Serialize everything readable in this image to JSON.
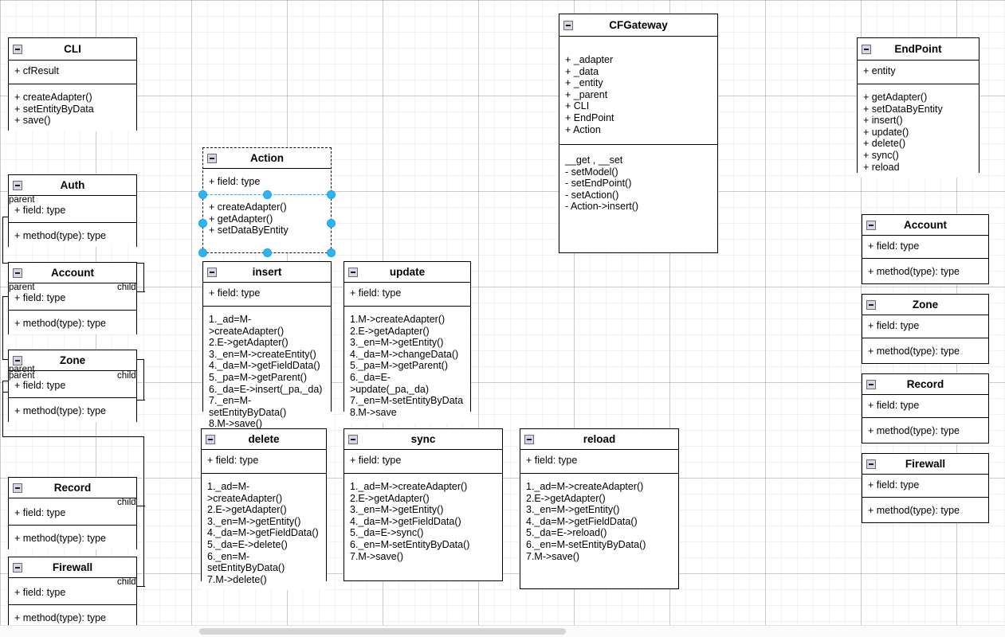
{
  "app": {
    "type": "uml-class-diagram-editor",
    "collapse_icon": "minus-box-icon",
    "selection_color": "#29b6f6"
  },
  "classes": {
    "cli": {
      "name": "CLI",
      "attributes": "+ cfResult",
      "methods": "+ createAdapter()\n+ setEntityByData\n+ save()"
    },
    "auth": {
      "name": "Auth",
      "attributes": "+ field: type",
      "methods": "+ method(type): type"
    },
    "account_left": {
      "name": "Account",
      "attributes": "+ field: type",
      "methods": "+ method(type): type"
    },
    "zone_left": {
      "name": "Zone",
      "attributes": "+ field: type",
      "methods": "+ method(type): type"
    },
    "record_left": {
      "name": "Record",
      "attributes": "+ field: type",
      "methods": "+ method(type): type"
    },
    "firewall_left": {
      "name": "Firewall",
      "attributes": "+ field: type",
      "methods": "+ method(type): type"
    },
    "action": {
      "name": "Action",
      "attributes": "+ field: type",
      "methods": "+ createAdapter()\n+ getAdapter()\n+ setDataByEntity",
      "selected": true
    },
    "insert": {
      "name": "insert",
      "attributes": "+ field: type",
      "methods": "1._ad=M->createAdapter()\n2.E->getAdapter()\n3._en=M->createEntity()\n4._da=M->getFieldData()\n5._pa=M->getParent()\n6._da=E->insert(_pa,_da)\n7._en=M-setEntityByData()\n8.M->save()"
    },
    "update": {
      "name": "update",
      "attributes": "+ field: type",
      "methods": "1.M->createAdapter()\n2.E->getAdapter()\n3._en=M->getEntity()\n4._da=M->changeData()\n5._pa=M->getParent()\n6._da=E->update(_pa,_da)\n7._en=M-setEntityByData\n8.M->save"
    },
    "delete": {
      "name": "delete",
      "attributes": "+ field: type",
      "methods": "1._ad=M->createAdapter()\n2.E->getAdapter()\n3._en=M->getEntity()\n4._da=M->getFieldData()\n5._da=E->delete()\n6._en=M-setEntityByData()\n7.M->delete()"
    },
    "sync": {
      "name": "sync",
      "attributes": "+ field: type",
      "methods": "1._ad=M->createAdapter()\n2.E->getAdapter()\n3._en=M->getEntity()\n4._da=M->getFieldData()\n5._da=E->sync()\n6._en=M-setEntityByData()\n7.M->save()"
    },
    "reload": {
      "name": "reload",
      "attributes": "+ field: type",
      "methods": "1._ad=M->createAdapter()\n2.E->getAdapter()\n3._en=M->getEntity()\n4._da=M->getFieldData()\n5._da=E->reload()\n6._en=M-setEntityByData()\n7.M->save()"
    },
    "cfgateway": {
      "name": "CFGateway",
      "attributes": "+ _adapter\n+ _data\n+ _entity\n+ _parent\n+ CLI\n+ EndPoint\n+ Action",
      "methods": "__get , __set\n- setModel()\n- setEndPoint()\n- setAction()\n- Action->insert()"
    },
    "endpoint": {
      "name": "EndPoint",
      "attributes": "+  entity",
      "methods": "+ getAdapter()\n+ setDataByEntity\n+ insert()\n+ update()\n+ delete()\n+ sync()\n+ reload"
    },
    "account_right": {
      "name": "Account",
      "attributes": "+ field: type",
      "methods": "+ method(type): type"
    },
    "zone_right": {
      "name": "Zone",
      "attributes": "+ field: type",
      "methods": "+ method(type): type"
    },
    "record_right": {
      "name": "Record",
      "attributes": "+ field: type",
      "methods": "+ method(type): type"
    },
    "firewall_right": {
      "name": "Firewall",
      "attributes": "+ field: type",
      "methods": "+ method(type): type"
    }
  },
  "edge_labels": {
    "parent_auth": "parent",
    "parent_account": "parent",
    "parent_zone_a": "parent",
    "parent_zone_b": "parent",
    "child_account": "child",
    "child_zone": "child",
    "child_record": "child",
    "child_firewall": "child"
  }
}
